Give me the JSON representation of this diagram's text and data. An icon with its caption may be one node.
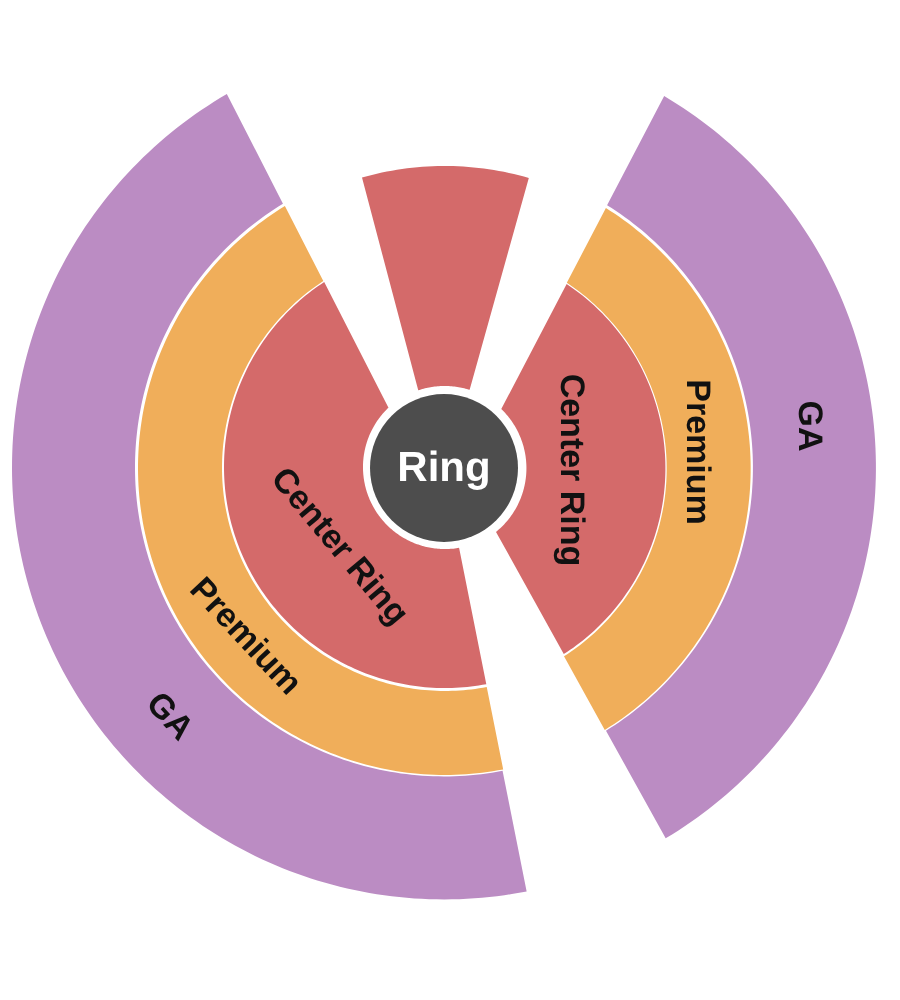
{
  "diagram": {
    "nodes": [
      {
        "text": [],
        "shape": "wedge"
      },
      {
        "text": [
          "Ring"
        ]
      },
      {
        "text": [
          "Center Ring"
        ]
      },
      {
        "text": [
          "Premium"
        ]
      },
      {
        "text": [
          "GA"
        ]
      },
      {
        "text": [
          "Center Ring"
        ]
      },
      {
        "text": [
          "Premium"
        ]
      },
      {
        "text": [
          "GA"
        ]
      }
    ]
  }
}
